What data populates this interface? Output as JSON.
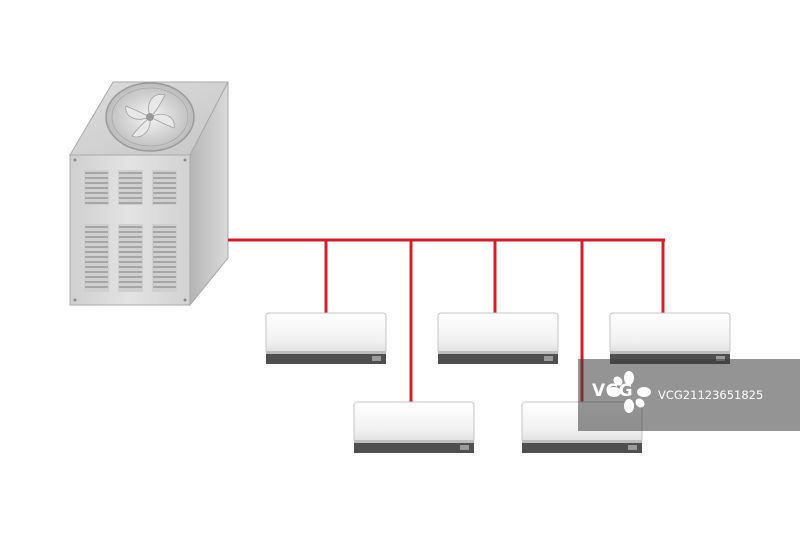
{
  "watermark": {
    "logo_text": "VCG",
    "id_text": "VCG21123651825"
  },
  "colors": {
    "pipe": "#d32028",
    "unit_body": "#f2f2f2",
    "unit_bottom": "#4d4d4d",
    "outdoor_front": "#d8d8d8",
    "outdoor_side": "#bdbdbd"
  },
  "icons": [
    "fan-icon",
    "vent-grille"
  ],
  "diagram": {
    "outdoor_unit": "condenser",
    "indoor_units": 5,
    "connections": "refrigerant pipes from outdoor unit to each indoor unit"
  }
}
